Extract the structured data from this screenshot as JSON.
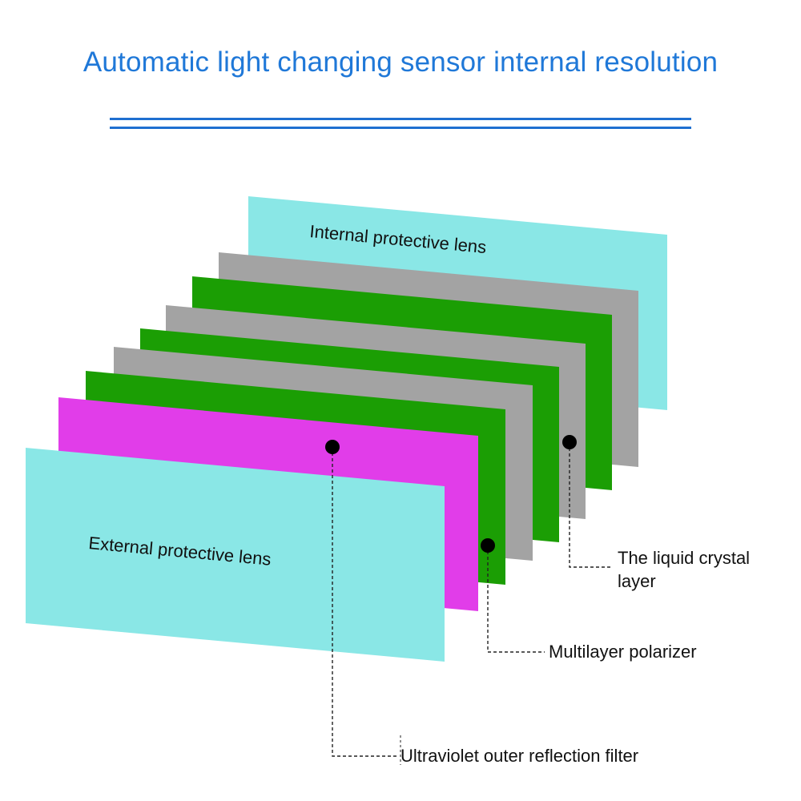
{
  "title": "Automatic light changing sensor internal resolution",
  "layers": [
    {
      "id": "internal-lens",
      "color": "#8ae7e6",
      "label": "Internal protective lens"
    },
    {
      "id": "liquid-crystal-a",
      "color": "#a3a3a3"
    },
    {
      "id": "polarizer-a",
      "color": "#1b9e04"
    },
    {
      "id": "liquid-crystal-b",
      "color": "#a3a3a3"
    },
    {
      "id": "polarizer-b",
      "color": "#1b9e04"
    },
    {
      "id": "liquid-crystal-c",
      "color": "#a3a3a3"
    },
    {
      "id": "polarizer-c",
      "color": "#1b9e04"
    },
    {
      "id": "uv-filter",
      "color": "#e13de9"
    },
    {
      "id": "external-lens",
      "color": "#8ae7e6",
      "label": "External protective lens"
    }
  ],
  "callouts": {
    "liquid_crystal_line1": "The liquid crystal",
    "liquid_crystal_line2": "layer",
    "polarizer": "Multilayer polarizer",
    "uv_filter": "Ultraviolet outer reflection filter"
  }
}
